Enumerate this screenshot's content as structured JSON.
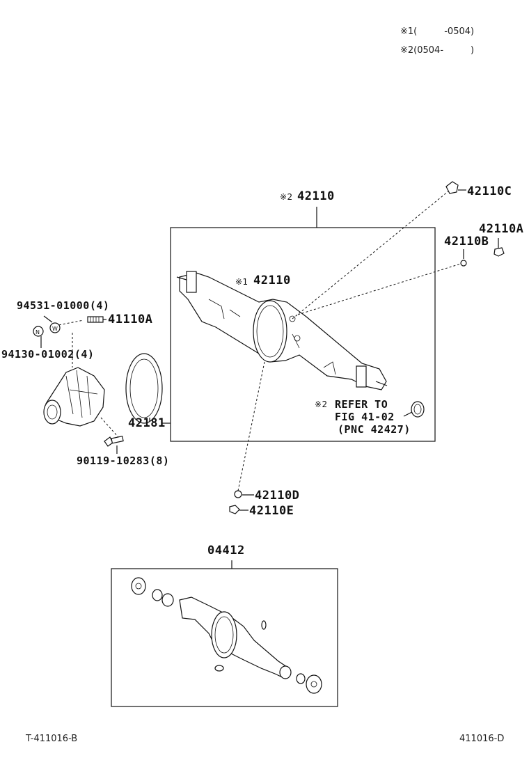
{
  "legend": {
    "note1": "※1(　　　-0504)",
    "note2": "※2(0504-　　　)"
  },
  "parts": {
    "housing_top_mark": "※2",
    "housing_top": "42110",
    "housing_inner_mark": "※1",
    "housing_inner": "42110",
    "p42110C": "42110C",
    "p42110A_right": "42110A",
    "p42110B": "42110B",
    "p94531": "94531-01000(4)",
    "p41110A": "41110A",
    "p94130": "94130-01002(4)",
    "p42181": "42181",
    "p90119": "90119-10283(8)",
    "refer_mark": "※2",
    "refer_line1": "REFER TO",
    "refer_line2": "FIG 41-02",
    "refer_line3": "(PNC 42427)",
    "p42110D": "42110D",
    "p42110E": "42110E",
    "kit": "04412"
  },
  "footer": {
    "left_code": "T-411016-B",
    "right_code": "411016-D"
  },
  "icons": [
    "nut-icon",
    "washer-icon",
    "stud-bolt-icon",
    "bolt-icon",
    "gasket-icon",
    "differential-carrier-icon",
    "axle-housing-icon",
    "plug-icon",
    "breather-icon",
    "oil-seal-icon"
  ]
}
